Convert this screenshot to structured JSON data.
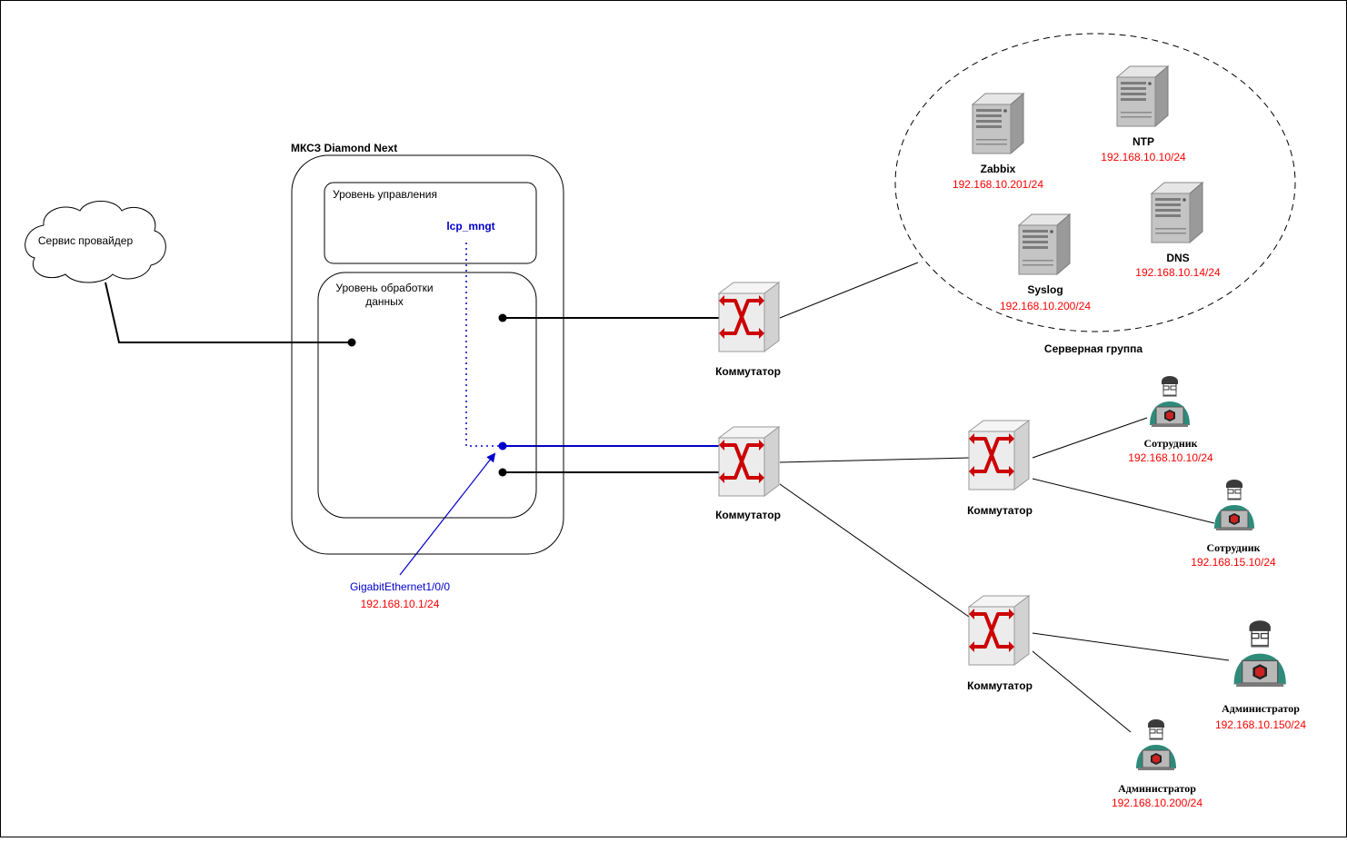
{
  "title": "МКСЗ Diamond Next",
  "colors": {
    "ip": "#ff0000",
    "link_mgmt": "#0000cc",
    "line": "#000000",
    "switch_x": "#cc0000",
    "person_shirt": "#2e8b7a"
  },
  "provider": {
    "label": "Сервис провайдер",
    "icon": "cloud-icon"
  },
  "mgmt_level": {
    "label": "Уровень управления",
    "interface": "lcp_mngt"
  },
  "data_level": {
    "label_line1": "Уровень обработки",
    "label_line2": "данных"
  },
  "interface": {
    "name": "GigabitEthernet1/0/0",
    "ip": "192.168.10.1/24"
  },
  "server_group": {
    "label": "Серверная группа",
    "servers": [
      {
        "name": "Zabbix",
        "ip": "192.168.10.201/24",
        "icon": "server-icon"
      },
      {
        "name": "NTP",
        "ip": "192.168.10.10/24",
        "icon": "server-icon"
      },
      {
        "name": "Syslog",
        "ip": "192.168.10.200/24",
        "icon": "server-icon"
      },
      {
        "name": "DNS",
        "ip": "192.168.10.14/24",
        "icon": "server-icon"
      }
    ]
  },
  "switches": [
    {
      "label": "Коммутатор",
      "icon": "switch-icon"
    },
    {
      "label": "Коммутатор",
      "icon": "switch-icon"
    },
    {
      "label": "Коммутатор",
      "icon": "switch-icon"
    },
    {
      "label": "Коммутатор",
      "icon": "switch-icon"
    }
  ],
  "users": [
    {
      "role": "Сотрудник",
      "ip": "192.168.10.10/24",
      "icon": "user-laptop-icon"
    },
    {
      "role": "Сотрудник",
      "ip": "192.168.15.10/24",
      "icon": "user-laptop-icon"
    },
    {
      "role": "Администратор",
      "ip": "192.168.10.150/24",
      "icon": "user-laptop-icon"
    },
    {
      "role": "Администратор",
      "ip": "192.168.10.200/24",
      "icon": "user-laptop-icon"
    }
  ]
}
